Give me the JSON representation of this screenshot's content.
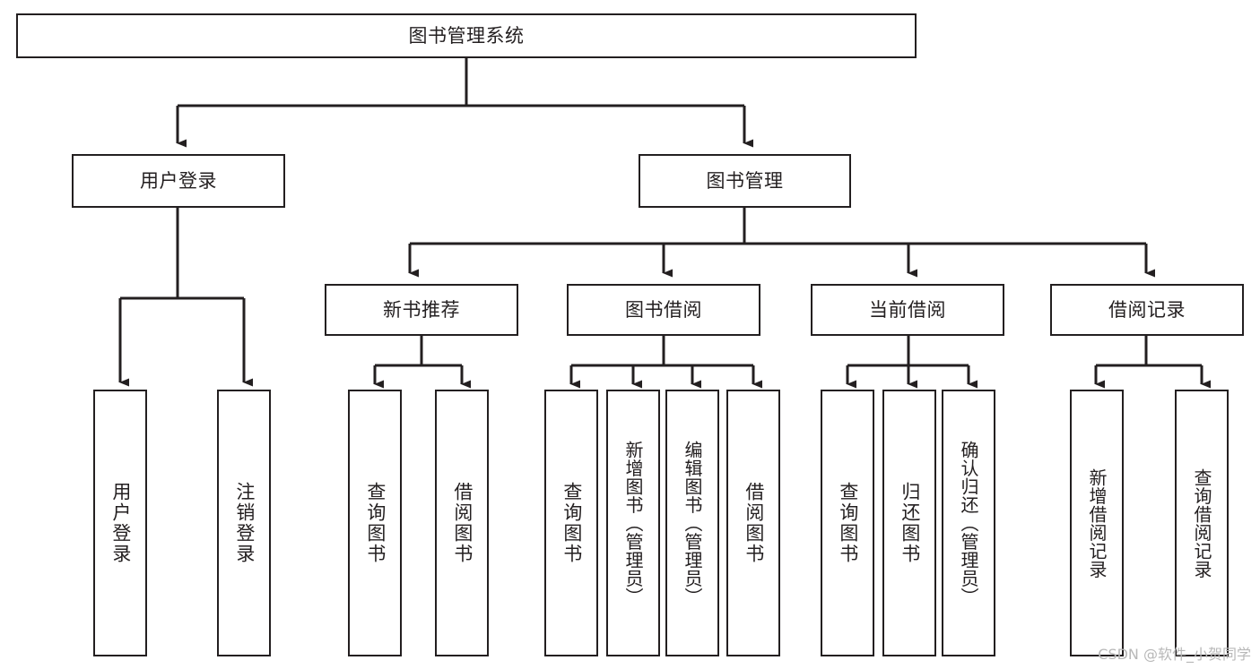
{
  "diagram": {
    "title": "图书管理系统",
    "type": "tree-hierarchy-diagram",
    "stroke_color": "#231f20",
    "background_color": "#ffffff",
    "watermark": "CSDN @软件_小贺同学",
    "nodes": {
      "root": {
        "label": "图书管理系统"
      },
      "level2": [
        {
          "id": "user-login",
          "label": "用户登录"
        },
        {
          "id": "book-management",
          "label": "图书管理"
        }
      ],
      "level3": [
        {
          "id": "new-book-recommend",
          "label": "新书推荐"
        },
        {
          "id": "book-borrow",
          "label": "图书借阅"
        },
        {
          "id": "current-borrow",
          "label": "当前借阅"
        },
        {
          "id": "borrow-record",
          "label": "借阅记录"
        }
      ],
      "leaves": {
        "user_login": [
          {
            "id": "leaf-user-login",
            "label": "用户登录"
          },
          {
            "id": "leaf-logout-login",
            "label": "注销登录"
          }
        ],
        "new_book_recommend": [
          {
            "id": "leaf-query-book-1",
            "label": "查询图书"
          },
          {
            "id": "leaf-borrow-book-1",
            "label": "借阅图书"
          }
        ],
        "book_borrow": [
          {
            "id": "leaf-query-book-2",
            "label": "查询图书"
          },
          {
            "id": "leaf-add-book",
            "label": "新增图书（管理员）"
          },
          {
            "id": "leaf-edit-book",
            "label": "编辑图书（管理员）"
          },
          {
            "id": "leaf-borrow-book-2",
            "label": "借阅图书"
          }
        ],
        "current_borrow": [
          {
            "id": "leaf-query-book-3",
            "label": "查询图书"
          },
          {
            "id": "leaf-return-book",
            "label": "归还图书"
          },
          {
            "id": "leaf-confirm-return",
            "label": "确认归还（管理员）"
          }
        ],
        "borrow_record": [
          {
            "id": "leaf-add-record",
            "label": "新增借阅记录"
          },
          {
            "id": "leaf-query-record",
            "label": "查询借阅记录"
          }
        ]
      }
    }
  }
}
